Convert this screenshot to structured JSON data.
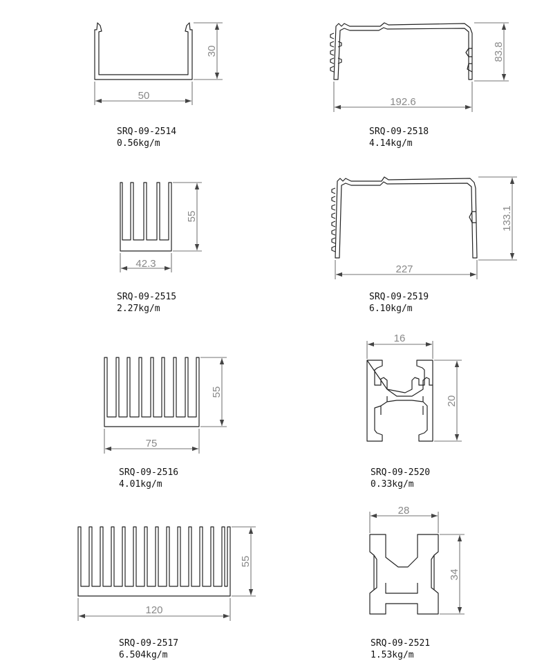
{
  "colors": {
    "line": "#222222",
    "dimension": "#444444",
    "dimension_text": "#888888",
    "caption": "#111111"
  },
  "profiles": [
    {
      "code": "SRQ-09-2514",
      "weight": "0.56kg/m",
      "width_label": "50",
      "height_label": "30"
    },
    {
      "code": "SRQ-09-2518",
      "weight": "4.14kg/m",
      "width_label": "192.6",
      "height_label": "83.8"
    },
    {
      "code": "SRQ-09-2515",
      "weight": "2.27kg/m",
      "width_label": "42.3",
      "height_label": "55"
    },
    {
      "code": "SRQ-09-2519",
      "weight": "6.10kg/m",
      "width_label": "227",
      "height_label": "133.1"
    },
    {
      "code": "SRQ-09-2516",
      "weight": "4.01kg/m",
      "width_label": "75",
      "height_label": "55"
    },
    {
      "code": "SRQ-09-2520",
      "weight": "0.33kg/m",
      "width_label": "16",
      "height_label": "20"
    },
    {
      "code": "SRQ-09-2517",
      "weight": "6.504kg/m",
      "width_label": "120",
      "height_label": "55"
    },
    {
      "code": "SRQ-09-2521",
      "weight": "1.53kg/m",
      "width_label": "28",
      "height_label": "34"
    }
  ]
}
